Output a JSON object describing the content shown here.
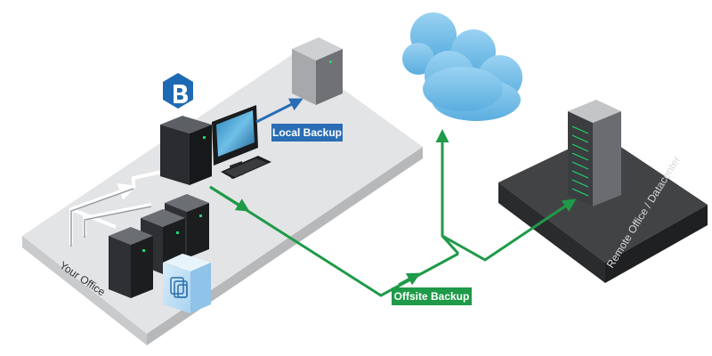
{
  "labels": {
    "local_backup": "Local Backup",
    "offsite_backup": "Offsite Backup",
    "your_office": "Your Office",
    "remote_office": "Remote Office / Datacenter"
  },
  "icons": {
    "logo": "backup-software-logo-icon",
    "cloud": "cloud-icon",
    "vm": "virtual-machine-icon"
  },
  "colors": {
    "local_arrow": "#2a6db5",
    "offsite_arrow": "#1f9a48",
    "cloud": "#76bde6",
    "remote_platform": "#3a3a3a",
    "office_floor": "#e3e4e6"
  }
}
